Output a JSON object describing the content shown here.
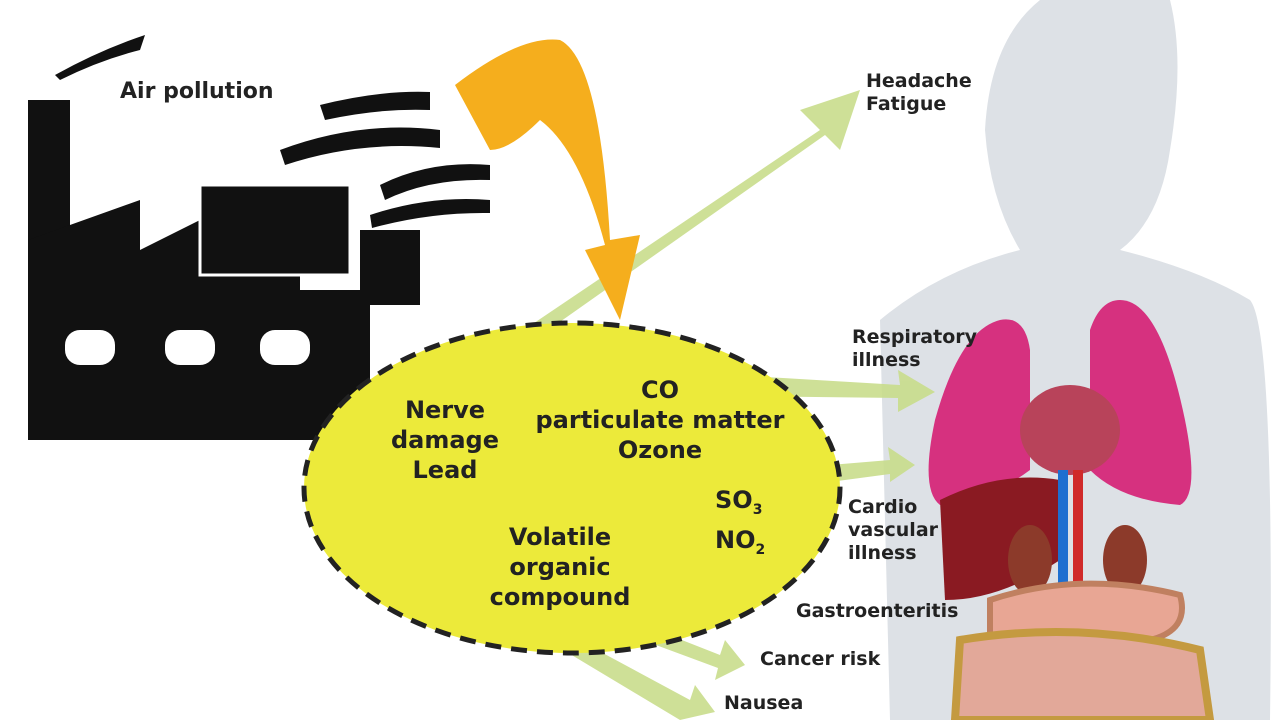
{
  "title": "Air pollution",
  "pollutants": {
    "left": [
      "Nerve",
      "damage",
      "Lead"
    ],
    "center": [
      "CO",
      "particulate matter",
      "Ozone"
    ],
    "sox": "SO",
    "sox_sub": "3",
    "nox": "NO",
    "nox_sub": "2",
    "voc": [
      "Volatile",
      "organic",
      "compound"
    ]
  },
  "effects": {
    "headache": [
      "Headache",
      "Fatigue"
    ],
    "respiratory": [
      "Respiratory",
      "illness"
    ],
    "cardio": [
      "Cardio",
      "vascular",
      "illness"
    ],
    "gastro": "Gastroenteritis",
    "cancer": "Cancer risk",
    "nausea": "Nausea"
  },
  "colors": {
    "factory": "#111111",
    "orange": "#f5ae1d",
    "ellipse": "#ecea3a",
    "arrow": "#c9dd8c",
    "body": "#dde1e6",
    "lungs": "#d6317f"
  }
}
